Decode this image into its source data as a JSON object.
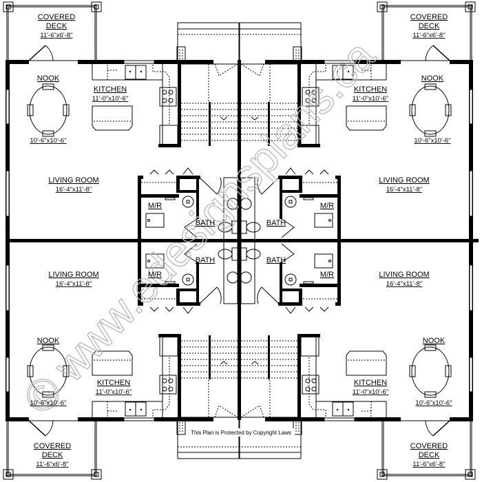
{
  "plan": {
    "watermark": "© www.edesignsplans.ca",
    "copyright_notice": "This Plan is Protected by Copyright Laws",
    "units": {
      "top_left": {
        "deck_title_1": "COVERED",
        "deck_title_2": "DECK",
        "deck_dim": "11'-6\"x6'-8\"",
        "nook": "NOOK",
        "nook_dim": "10'-6\"x10'-6\"",
        "kitchen": "KITCHEN",
        "kitchen_dim": "11'-0\"x10'-6\"",
        "living": "LIVING ROOM",
        "living_dim": "16'-4\"x11'-8\"",
        "mr": "M/R",
        "bath": "BATH"
      },
      "top_right": {
        "deck_title_1": "COVERED",
        "deck_title_2": "DECK",
        "deck_dim": "11'-6\"x6'-8\"",
        "nook": "NOOK",
        "nook_dim": "10'-6\"x10'-6\"",
        "kitchen": "KITCHEN",
        "kitchen_dim": "11'-0\"x10'-6\"",
        "living": "LIVING ROOM",
        "living_dim": "16'-4\"x11'-8\"",
        "mr": "M/R",
        "bath": "BATH"
      },
      "bottom_left": {
        "deck_title_1": "COVERED",
        "deck_title_2": "DECK",
        "deck_dim": "11'-6\"x6'-8\"",
        "nook": "NOOK",
        "nook_dim": "10'-6\"x10'-6\"",
        "kitchen": "KITCHEN",
        "kitchen_dim": "11'-0\"x10'-6\"",
        "living": "LIVING ROOM",
        "living_dim": "16'-4\"x11'-8\"",
        "mr": "M/R",
        "bath": "BATH"
      },
      "bottom_right": {
        "deck_title_1": "COVERED",
        "deck_title_2": "DECK",
        "deck_dim": "11'-6\"x6'-8\"",
        "nook": "NOOK",
        "nook_dim": "10'-6\"x10'-6\"",
        "kitchen": "KITCHEN",
        "kitchen_dim": "11'-0\"x10'-6\"",
        "living": "LIVING ROOM",
        "living_dim": "16'-4\"x11'-8\"",
        "mr": "M/R",
        "bath": "BATH"
      }
    }
  }
}
